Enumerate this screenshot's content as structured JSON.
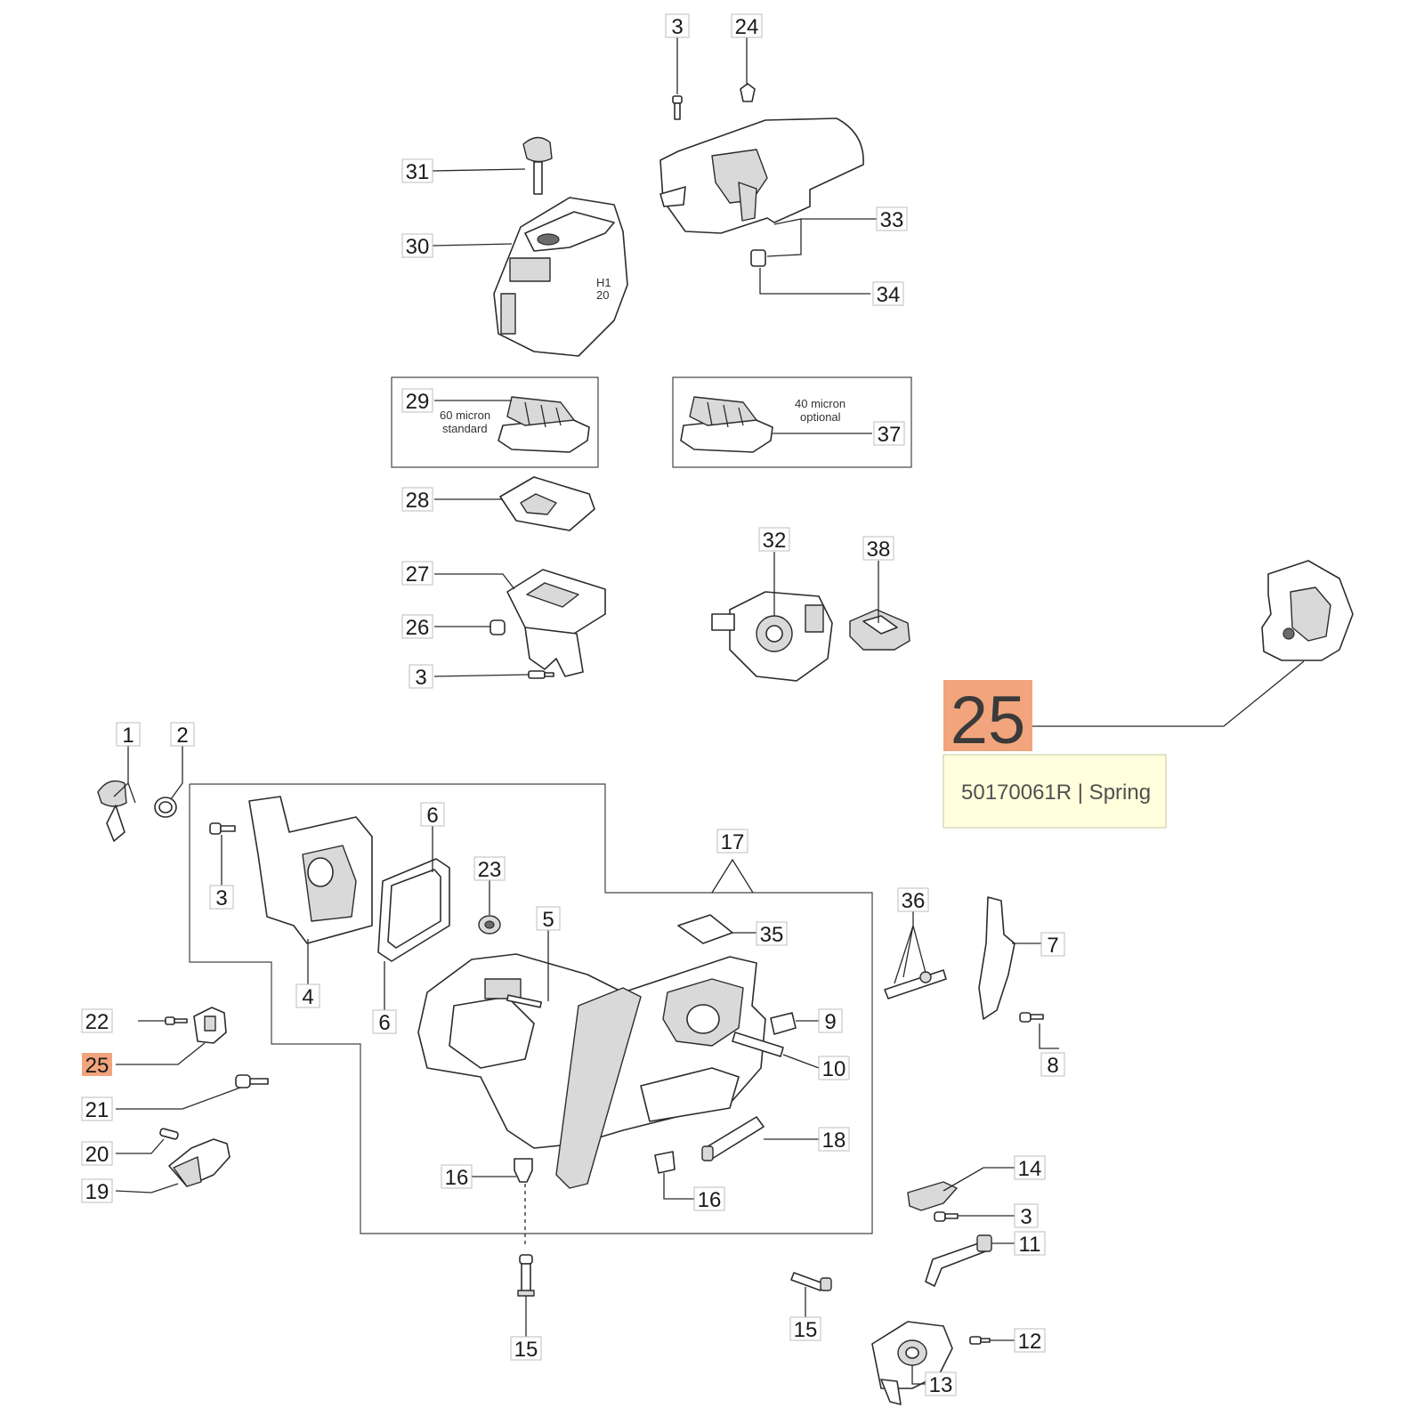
{
  "callouts": {
    "c3a": "3",
    "c24": "24",
    "c31": "31",
    "c30": "30",
    "c33": "33",
    "c34": "34",
    "c29": "29",
    "c37": "37",
    "c28": "28",
    "c27": "27",
    "c26": "26",
    "c3b": "3",
    "c32": "32",
    "c38": "38",
    "c1": "1",
    "c2": "2",
    "c3c": "3",
    "c4": "4",
    "c6a": "6",
    "c6b": "6",
    "c23": "23",
    "c5": "5",
    "c17": "17",
    "c35": "35",
    "c36": "36",
    "c7": "7",
    "c8": "8",
    "c9": "9",
    "c10": "10",
    "c22": "22",
    "c25": "25",
    "c21": "21",
    "c20": "20",
    "c19": "19",
    "c16a": "16",
    "c16b": "16",
    "c18": "18",
    "c14": "14",
    "c3d": "3",
    "c11": "11",
    "c15a": "15",
    "c15b": "15",
    "c12": "12",
    "c13": "13"
  },
  "filter_notes": {
    "f60_line1": "60 micron",
    "f60_line2": "standard",
    "f40_line1": "40 micron",
    "f40_line2": "optional"
  },
  "highlight": {
    "number": "25",
    "tooltip": "50170061R | Spring",
    "color": "#f2a57d"
  },
  "icons": [
    "screw-icon",
    "cover-icon",
    "air-filter-icon",
    "gasket-icon",
    "carburetor-icon",
    "crankcase-icon",
    "oil-pump-icon",
    "bracket-icon"
  ]
}
